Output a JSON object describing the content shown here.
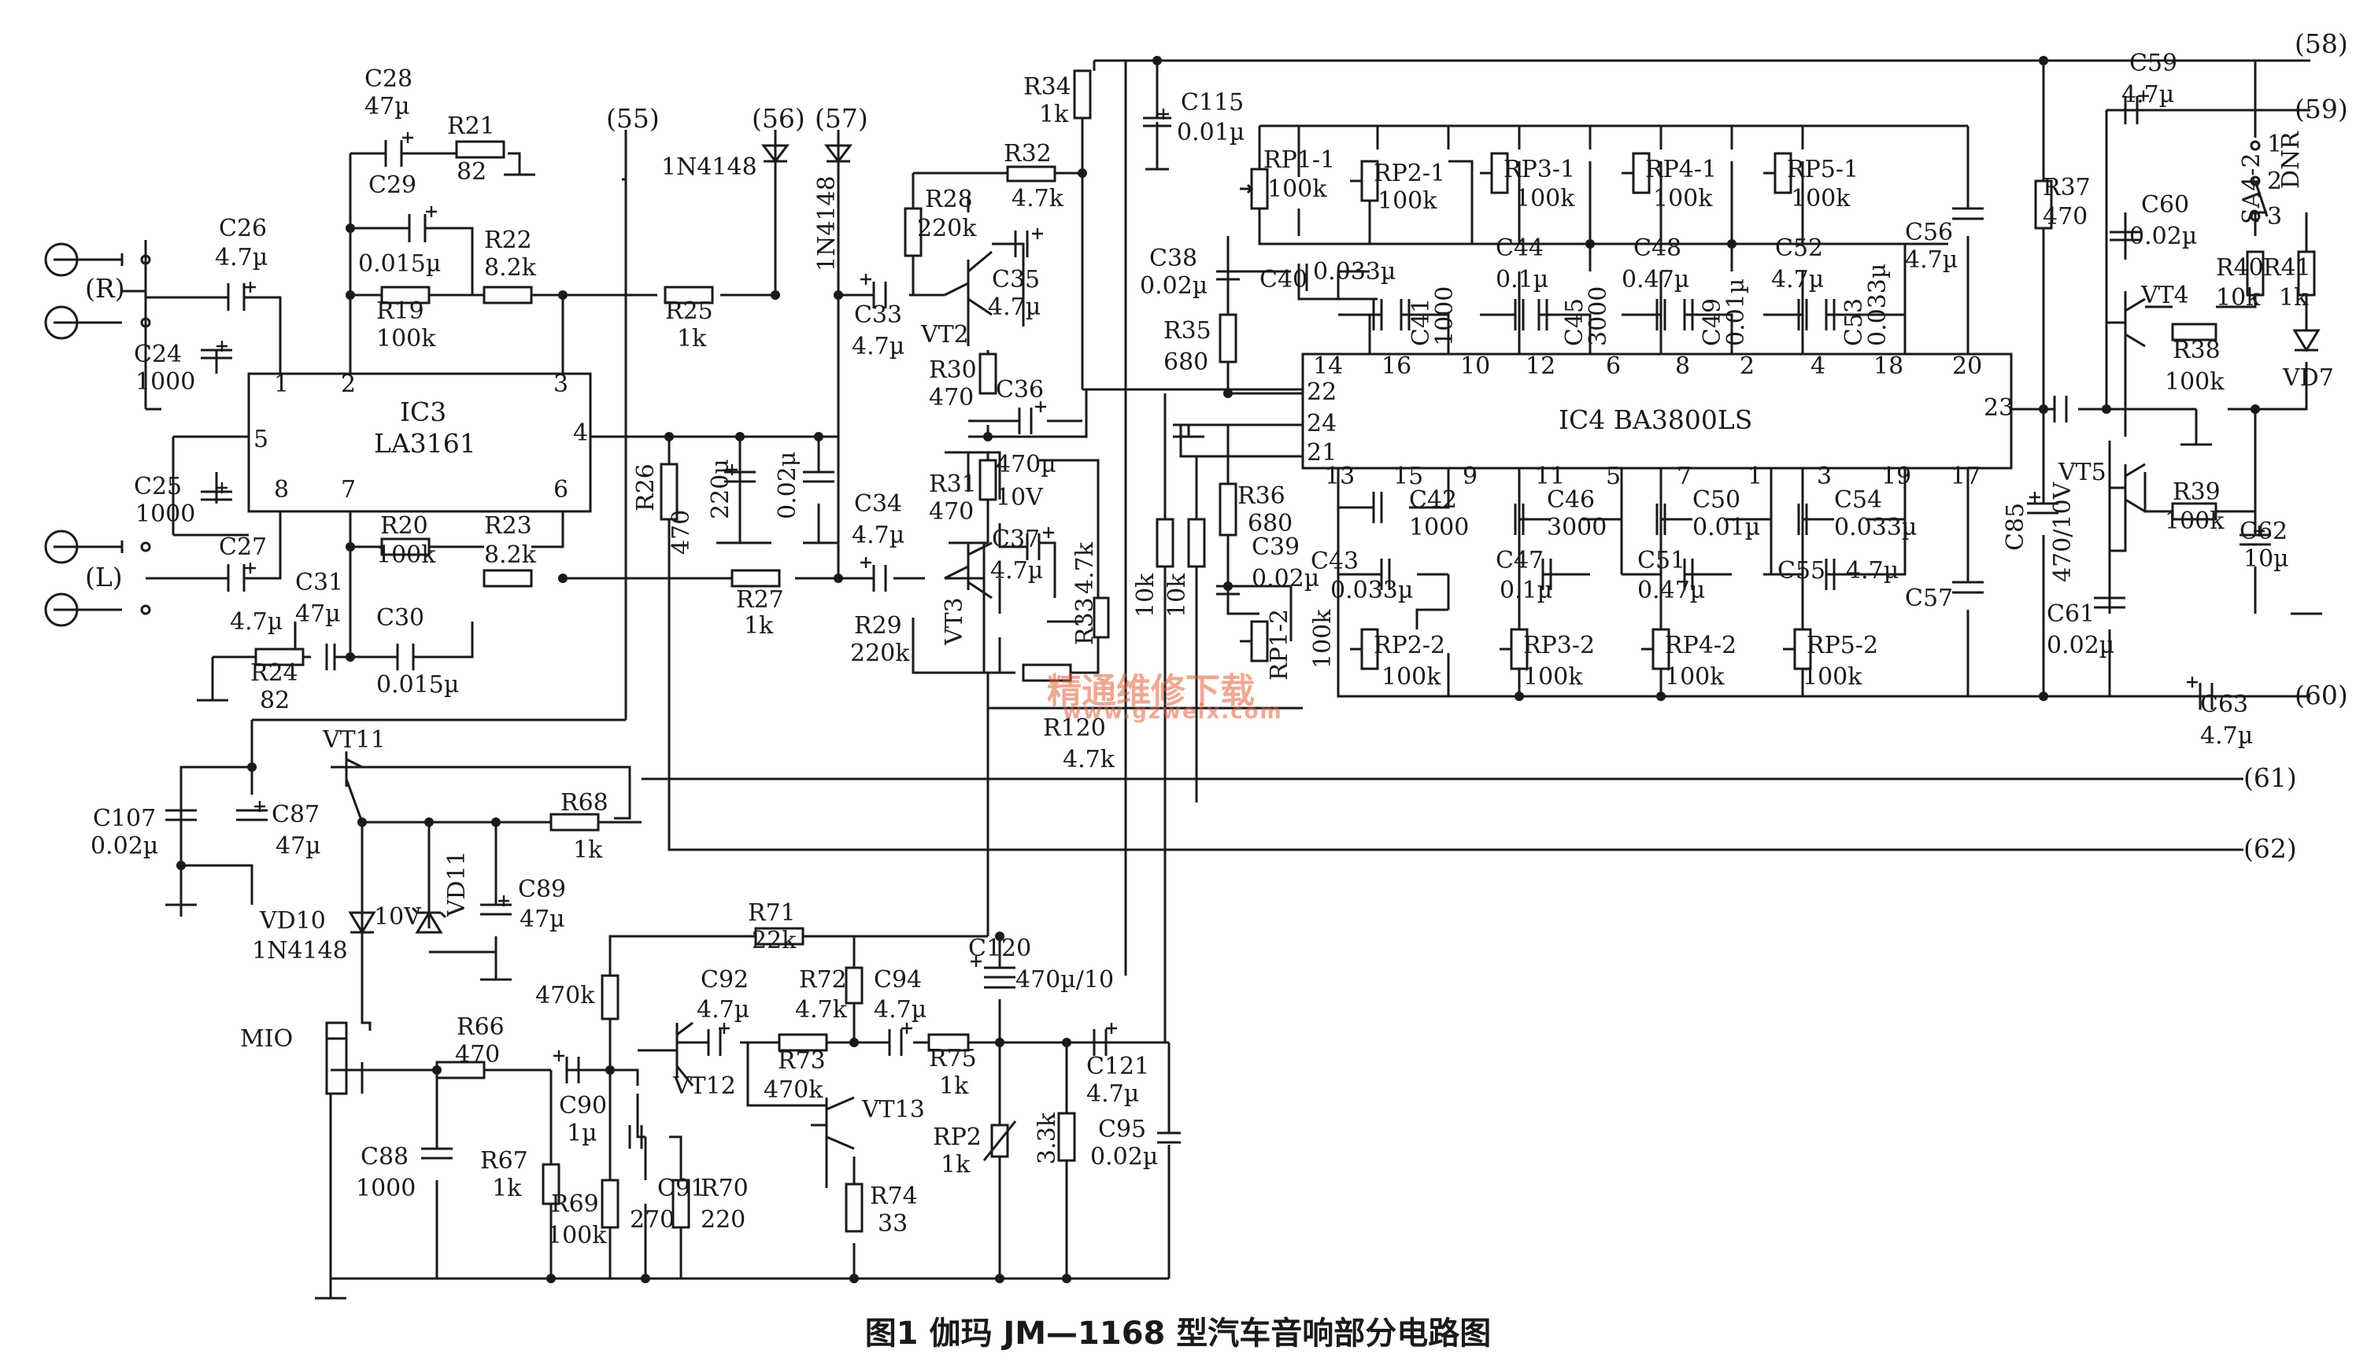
{
  "caption": "图1 伽玛 JM—1168 型汽车音响部分电路图",
  "watermark": {
    "main": "精通维修下载",
    "url": "www.gzweix.com"
  },
  "colors": {
    "ink": "#1a1a1a",
    "watermark": "#e2603c"
  },
  "connectors": [
    "(55)",
    "(56)",
    "(57)",
    "(58)",
    "(59)",
    "(60)",
    "(61)",
    "(62)",
    "(R)",
    "(L)"
  ],
  "ics": [
    {
      "ref": "IC3",
      "part": "LA3161",
      "pins": [
        "1",
        "2",
        "3",
        "4",
        "5",
        "6",
        "7",
        "8"
      ]
    },
    {
      "ref": "IC4",
      "part": "IC4 BA3800LS",
      "pins_top": [
        "14",
        "16",
        "10",
        "12",
        "6",
        "8",
        "2",
        "4",
        "18",
        "20"
      ],
      "pins_left": [
        "22",
        "24",
        "21"
      ],
      "pins_right": [
        "23"
      ],
      "pins_bottom": [
        "13",
        "15",
        "9",
        "11",
        "5",
        "7",
        "1",
        "3",
        "19",
        "17"
      ]
    }
  ],
  "transistors": [
    "VT2",
    "VT3",
    "VT4",
    "VT5",
    "VT11",
    "VT12",
    "VT13"
  ],
  "diodes": [
    {
      "ref": "1N4148",
      "label": "(56)"
    },
    {
      "ref": "1N4148",
      "label": "(57)"
    },
    {
      "ref": "VD7"
    },
    {
      "ref": "VD10",
      "value": "1N4148"
    },
    {
      "ref": "VD11",
      "value": "10V"
    }
  ],
  "components": [
    {
      "ref": "C26",
      "value": "4.7µ"
    },
    {
      "ref": "C24",
      "value": "1000"
    },
    {
      "ref": "C25",
      "value": "1000"
    },
    {
      "ref": "C27",
      "value": "4.7µ"
    },
    {
      "ref": "C28",
      "value": "47µ"
    },
    {
      "ref": "R21",
      "value": "82"
    },
    {
      "ref": "C29",
      "value": "0.015µ"
    },
    {
      "ref": "R22",
      "value": "8.2k"
    },
    {
      "ref": "R19",
      "value": "100k"
    },
    {
      "ref": "R20",
      "value": "100k"
    },
    {
      "ref": "R23",
      "value": "8.2k"
    },
    {
      "ref": "C31",
      "value": "47µ"
    },
    {
      "ref": "C30",
      "value": "0.015µ"
    },
    {
      "ref": "R24",
      "value": "82"
    },
    {
      "ref": "R25",
      "value": "1k"
    },
    {
      "ref": "R26",
      "value": "470"
    },
    {
      "ref": "R27",
      "value": "1k"
    },
    {
      "ref": "C33",
      "value": "4.7µ"
    },
    {
      "ref": "C34",
      "value": "4.7µ"
    },
    {
      "ref": "R28",
      "value": "220k"
    },
    {
      "ref": "R29",
      "value": "220k"
    },
    {
      "ref": "R30",
      "value": "470"
    },
    {
      "ref": "R31",
      "value": "470"
    },
    {
      "ref": "R32",
      "value": "4.7k"
    },
    {
      "ref": "R33",
      "value": "4.7k"
    },
    {
      "ref": "R34",
      "value": "1k"
    },
    {
      "ref": "C35",
      "value": "4.7µ"
    },
    {
      "ref": "C36",
      "value": "470µ"
    },
    {
      "ref": "C37",
      "value": "4.7µ"
    },
    {
      "ref": "C115",
      "value": "0.01µ"
    },
    {
      "ref": "C38",
      "value": "0.02µ"
    },
    {
      "ref": "R35",
      "value": "680"
    },
    {
      "ref": "R36",
      "value": "680"
    },
    {
      "ref": "C39",
      "value": "0.02µ"
    },
    {
      "ref": "C40",
      "value": "0.033µ"
    },
    {
      "ref": "C41",
      "value": "1000"
    },
    {
      "ref": "C42",
      "value": "1000"
    },
    {
      "ref": "C43",
      "value": "0.033µ"
    },
    {
      "ref": "C44",
      "value": "0.1µ"
    },
    {
      "ref": "C45",
      "value": "3000"
    },
    {
      "ref": "C46",
      "value": "3000"
    },
    {
      "ref": "C47",
      "value": "0.1µ"
    },
    {
      "ref": "C48",
      "value": "0.47µ"
    },
    {
      "ref": "C49",
      "value": "0.01µ"
    },
    {
      "ref": "C50",
      "value": "0.01µ"
    },
    {
      "ref": "C51",
      "value": "0.47µ"
    },
    {
      "ref": "C52",
      "value": "4.7µ"
    },
    {
      "ref": "C53",
      "value": "0.033µ"
    },
    {
      "ref": "C54",
      "value": "0.033µ"
    },
    {
      "ref": "C55",
      "value": "4.7µ"
    },
    {
      "ref": "C56",
      "value": "4.7µ"
    },
    {
      "ref": "C57",
      "value": ""
    },
    {
      "ref": "C59",
      "value": "4.7µ"
    },
    {
      "ref": "C60",
      "value": "0.02µ"
    },
    {
      "ref": "C61",
      "value": "0.02µ"
    },
    {
      "ref": "C62",
      "value": "10µ"
    },
    {
      "ref": "C63",
      "value": "4.7µ"
    },
    {
      "ref": "C85",
      "value": "470/10V"
    },
    {
      "ref": "R37",
      "value": "470"
    },
    {
      "ref": "R38",
      "value": "100k"
    },
    {
      "ref": "R39",
      "value": "100k"
    },
    {
      "ref": "R40",
      "value": "10k"
    },
    {
      "ref": "R41",
      "value": "1k"
    },
    {
      "ref": "R120",
      "value": "4.7k"
    },
    {
      "ref": "RP1-1",
      "value": "100k"
    },
    {
      "ref": "RP2-1",
      "value": "100k"
    },
    {
      "ref": "RP3-1",
      "value": "100k"
    },
    {
      "ref": "RP4-1",
      "value": "100k"
    },
    {
      "ref": "RP5-1",
      "value": "100k"
    },
    {
      "ref": "RP1-2",
      "value": "100k"
    },
    {
      "ref": "RP2-2",
      "value": "100k"
    },
    {
      "ref": "RP3-2",
      "value": "100k"
    },
    {
      "ref": "RP4-2",
      "value": "100k"
    },
    {
      "ref": "RP5-2",
      "value": "100k"
    },
    {
      "ref": "C107",
      "value": "0.02µ"
    },
    {
      "ref": "C87",
      "value": "47µ"
    },
    {
      "ref": "R68",
      "value": "1k"
    },
    {
      "ref": "C89",
      "value": "47µ"
    },
    {
      "ref": "C88",
      "value": "1000"
    },
    {
      "ref": "R66",
      "value": "470"
    },
    {
      "ref": "C90",
      "value": "1µ"
    },
    {
      "ref": "R67",
      "value": "1k"
    },
    {
      "ref": "R69",
      "value": "100k"
    },
    {
      "ref": "C91",
      "value": "270"
    },
    {
      "ref": "R70",
      "value": "220"
    },
    {
      "ref": "R71",
      "value": "22k"
    },
    {
      "ref": "C92",
      "value": "4.7µ"
    },
    {
      "ref": "R72",
      "value": "4.7k"
    },
    {
      "ref": "C94",
      "value": "4.7µ"
    },
    {
      "ref": "R73",
      "value": "470k"
    },
    {
      "ref": "R74",
      "value": "33"
    },
    {
      "ref": "R75",
      "value": "1k"
    },
    {
      "ref": "RP2",
      "value": "1k"
    },
    {
      "ref": "C120",
      "value": "470µ/10"
    },
    {
      "ref": "C121",
      "value": "4.7µ"
    },
    {
      "ref": "C95",
      "value": "0.02µ"
    }
  ],
  "misc": {
    "sa": "SA4-2",
    "dnr": "DNR",
    "sw_pins": [
      "1",
      "2",
      "3"
    ],
    "mio": "MIO",
    "r_unlabeled": "470k",
    "r_3k3": "3.3k",
    "r_10k_a": "10k",
    "r_10k_b": "10k",
    "v10": "10V"
  }
}
